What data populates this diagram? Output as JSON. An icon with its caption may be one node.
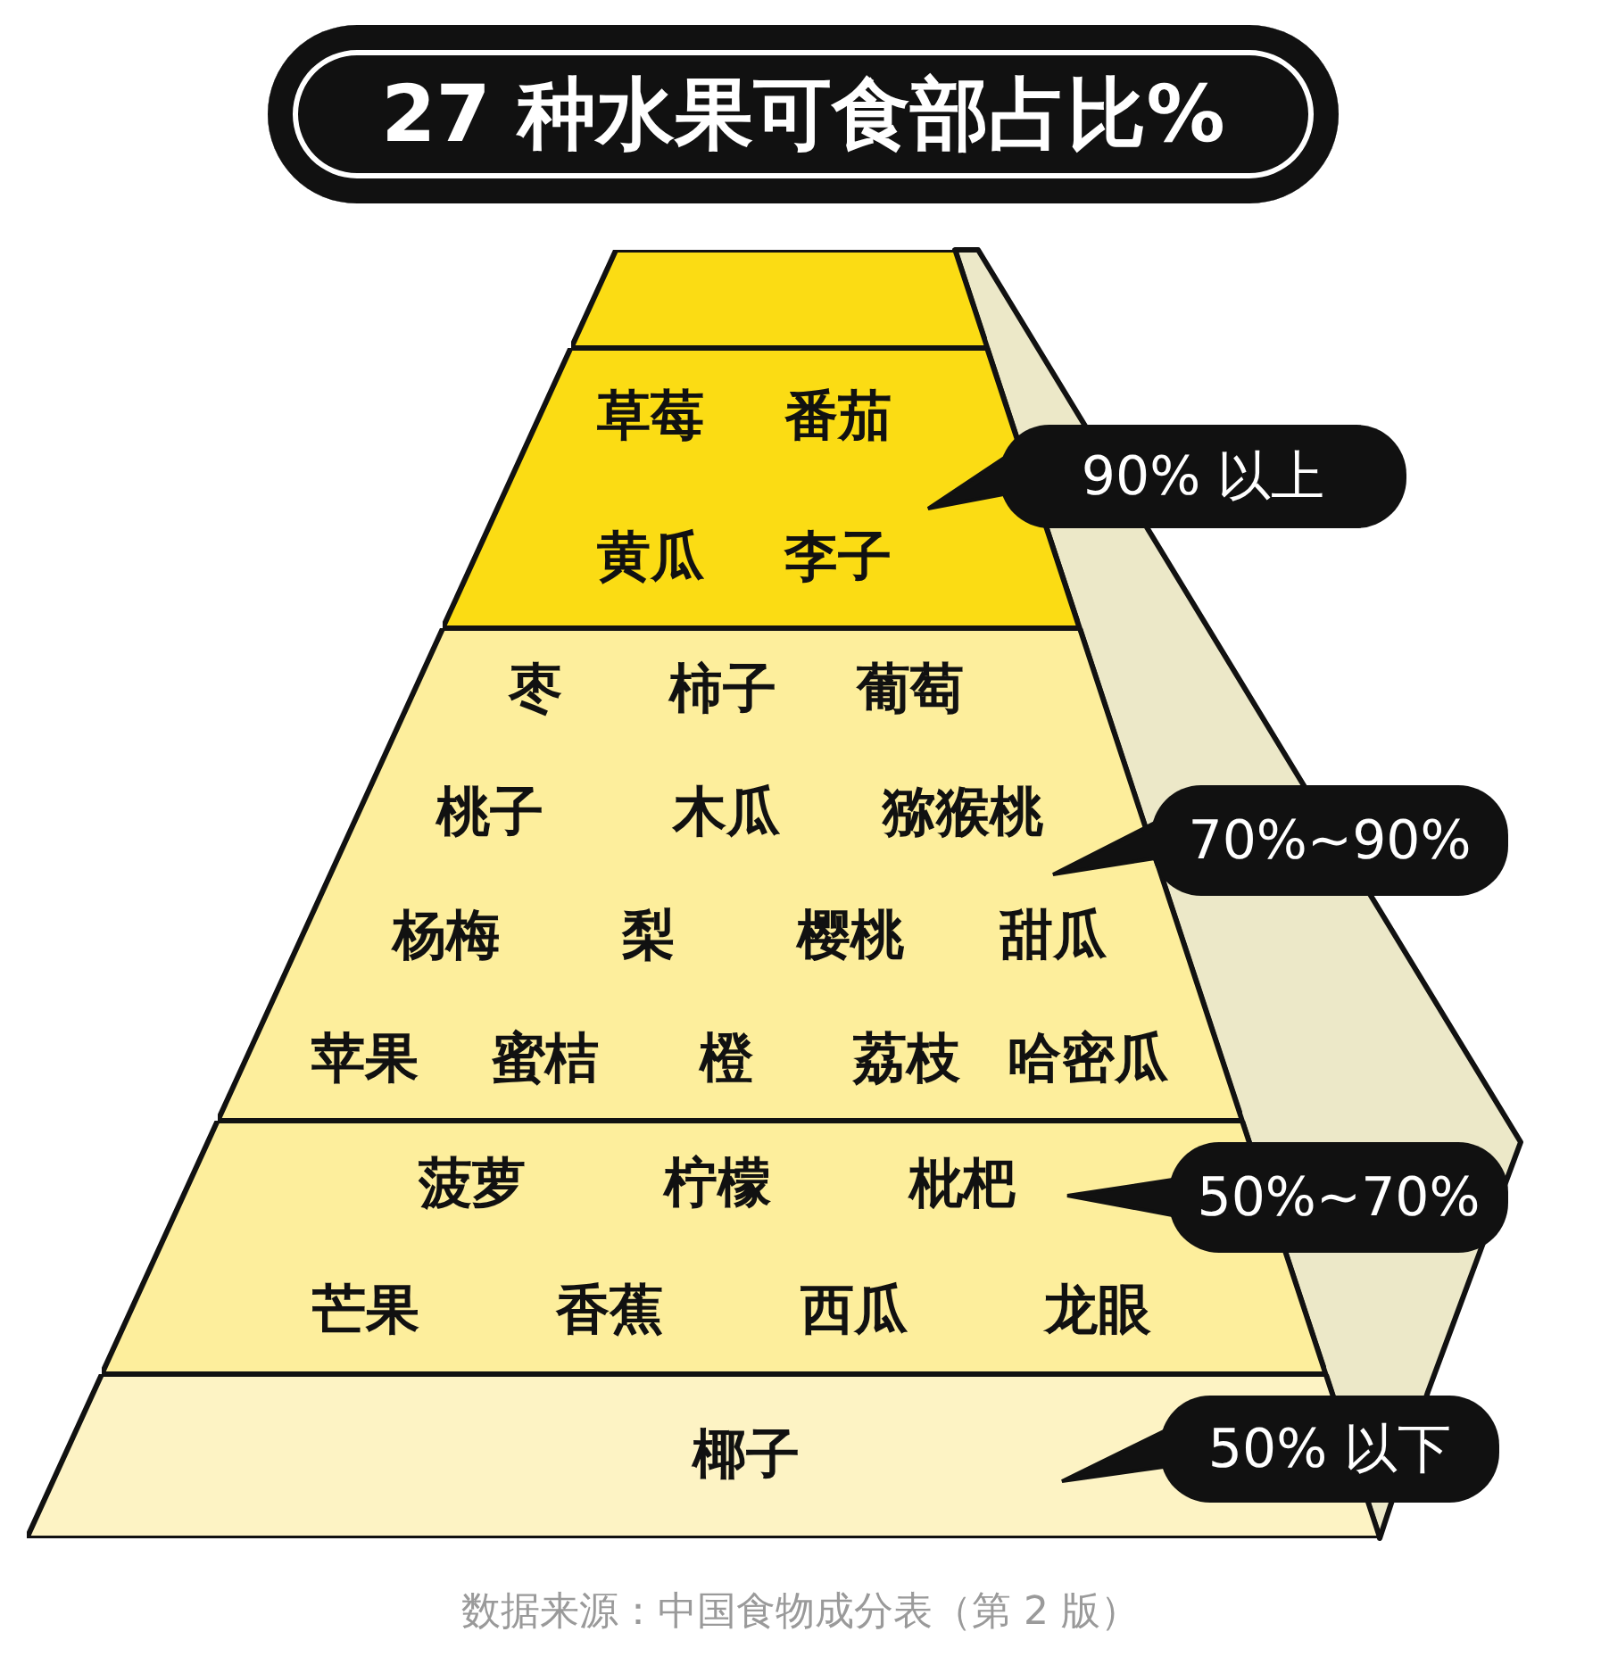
{
  "diagram": {
    "title": "27 种水果可食部占比%",
    "caption": "数据来源：中国食物成分表（第 2 版）",
    "nodes": [
      {
        "text": [],
        "shape": "box"
      },
      {
        "text": [
          "草莓",
          "番茄",
          "黄瓜",
          "李子"
        ]
      },
      {
        "text": [
          "枣",
          "柿子",
          "葡萄",
          "桃子",
          "木瓜",
          "猕猴桃",
          "杨梅",
          "梨",
          "樱桃",
          "甜瓜",
          "苹果",
          "蜜桔",
          "橙",
          "荔枝",
          "哈密瓜"
        ]
      },
      {
        "text": [
          "菠萝",
          "柠檬",
          "枇杷",
          "芒果",
          "香蕉",
          "西瓜",
          "龙眼"
        ]
      },
      {
        "text": [
          "椰子"
        ]
      },
      {
        "text": [
          "90% 以上"
        ]
      },
      {
        "text": [
          "70%~90%"
        ]
      },
      {
        "text": [
          "50%~70%"
        ]
      },
      {
        "text": [
          "50% 以下"
        ]
      }
    ],
    "edges": [
      {
        "from": 5,
        "to": 1,
        "arrow": "to"
      },
      {
        "from": 6,
        "to": 2,
        "arrow": "to"
      },
      {
        "from": 7,
        "to": 3,
        "arrow": "to"
      },
      {
        "from": 8,
        "to": 4,
        "arrow": "to"
      }
    ]
  }
}
